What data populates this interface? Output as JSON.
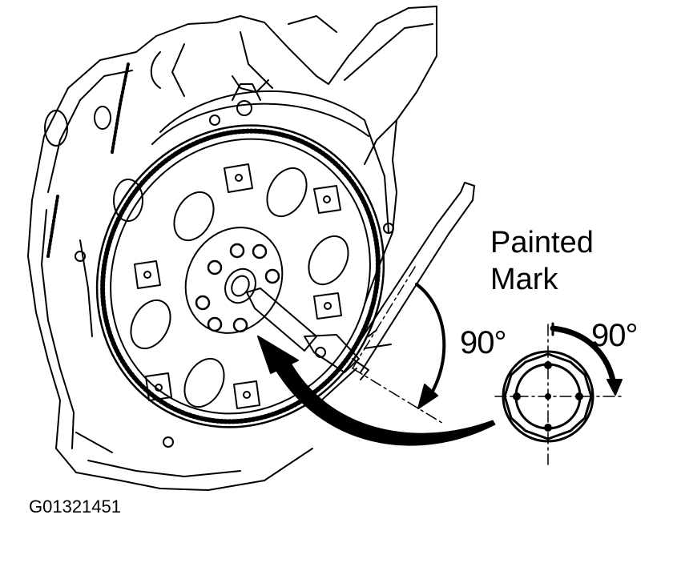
{
  "labels": {
    "painted_mark_line1": "Painted",
    "painted_mark_line2": "Mark",
    "angle_first": "90°",
    "angle_second": "90°"
  },
  "figure_id": "G01321451",
  "colors": {
    "ink": "#000000",
    "paper": "#ffffff"
  }
}
